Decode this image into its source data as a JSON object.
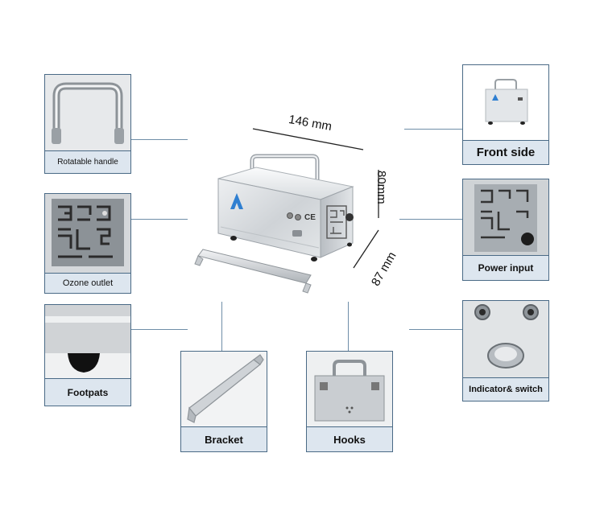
{
  "dimensions": {
    "length": "146 mm",
    "height": "80mm",
    "width": "87 mm"
  },
  "callouts": {
    "handle": "Rotatable handle",
    "ozone_outlet": "Ozone outlet",
    "footpats": "Footpats",
    "bracket": "Bracket",
    "hooks": "Hooks",
    "front_side": "Front side",
    "power_input": "Power input",
    "indicator_switch": "Indicator& switch"
  },
  "colors": {
    "frame": "#4a6a86",
    "caption_bg": "#dde6ef",
    "logo_blue": "#2f7fd1",
    "connector": "#6f8ea8"
  }
}
